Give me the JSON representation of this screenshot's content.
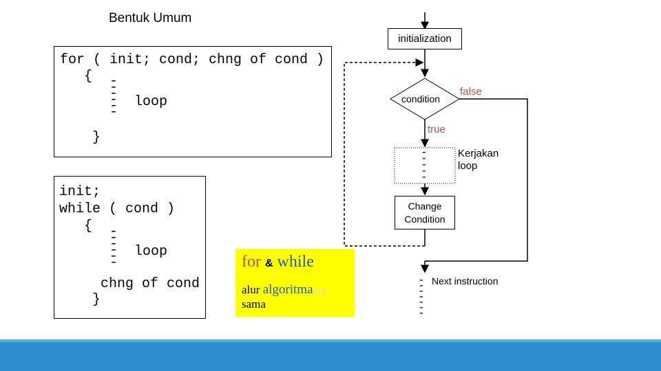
{
  "title": "Bentuk Umum",
  "for_code": {
    "line1": "for ( init; cond; chng of cond )",
    "open_brace": "{",
    "dashes": "-\n-\n-\n-\n-\n-",
    "loop": "loop",
    "close_brace": "}"
  },
  "while_code": {
    "line1": "init;",
    "line2": "while ( cond )",
    "open_brace": "{",
    "dashes": "-\n-\n-\n-\n-\n-",
    "loop": "loop",
    "chng": "chng of cond",
    "close_brace": "}"
  },
  "note": {
    "word_for": "for",
    "amp": "&",
    "word_while": "while",
    "alur": "alur",
    "algoritma": "algoritma",
    "nya": "nya",
    "sama": "sama"
  },
  "flowchart": {
    "initialization": "initialization",
    "condition": "condition",
    "false_label": "false",
    "true_label": "true",
    "kerjakan_1": "Kerjakan",
    "kerjakan_2": "loop",
    "change_1": "Change",
    "change_2": "Condition",
    "next": "Next instruction",
    "dashes_small": "-\n-\n-\n-\n-",
    "dashes_next": "-\n-\n-\n-\n-\n-\n-"
  },
  "colors": {
    "red_label": "#c0504d",
    "blue_text": "#1f5fb0",
    "bar": "#2e8fd0",
    "highlight": "#ffff00"
  }
}
